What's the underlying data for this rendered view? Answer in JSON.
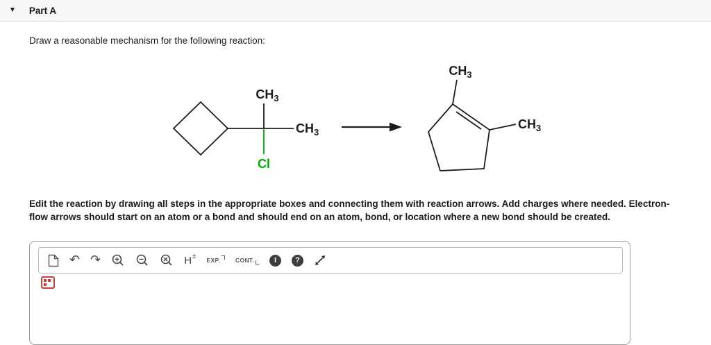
{
  "header": {
    "collapse_icon": "▼",
    "title": "Part A"
  },
  "prompt": "Draw a reasonable mechanism for the following reaction:",
  "instructions": "Edit the reaction by drawing all steps in the appropriate boxes and connecting them with reaction arrows. Add charges where needed. Electron-flow arrows should start on an atom or a bond and should end on an atom, bond, or location where a new bond should be created.",
  "colors": {
    "chlorine": "#00AA00",
    "bond": "#1c1c1c"
  },
  "reaction": {
    "reactant": {
      "ch3_top": {
        "main": "CH",
        "sub": "3"
      },
      "ch3_right": {
        "main": "CH",
        "sub": "3"
      },
      "cl": "Cl"
    },
    "product": {
      "ch3_top": {
        "main": "CH",
        "sub": "3"
      },
      "ch3_right": {
        "main": "CH",
        "sub": "3"
      }
    }
  },
  "toolbar": {
    "undo_icon": "↶",
    "redo_icon": "↷",
    "h_main": "H",
    "h_sign": "±",
    "exp_label": "EXP.",
    "cont_label": "CONT.",
    "info_glyph": "i",
    "help_glyph": "?"
  }
}
